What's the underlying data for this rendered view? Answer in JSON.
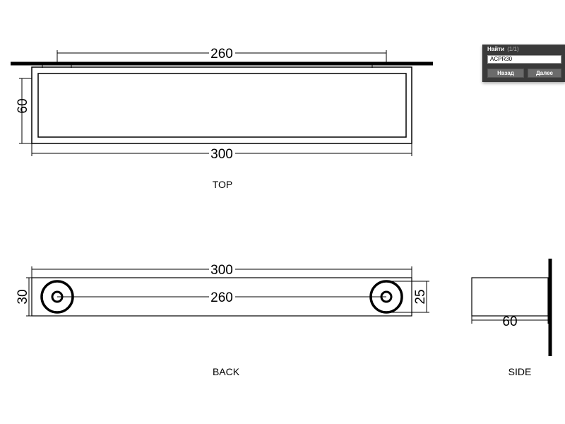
{
  "drawing": {
    "top_view": {
      "caption": "TOP",
      "dim_length": "300",
      "dim_hole_spacing": "260",
      "dim_depth": "60"
    },
    "back_view": {
      "caption": "BACK",
      "dim_length": "300",
      "dim_hole_spacing": "260",
      "dim_height": "30",
      "dim_mount": "25"
    },
    "side_view": {
      "caption": "SIDE",
      "dim_depth": "60"
    }
  },
  "find_panel": {
    "title": "Найти",
    "count": "(1/1)",
    "query": "ACPR30",
    "back_label": "Назад",
    "next_label": "Далее"
  }
}
